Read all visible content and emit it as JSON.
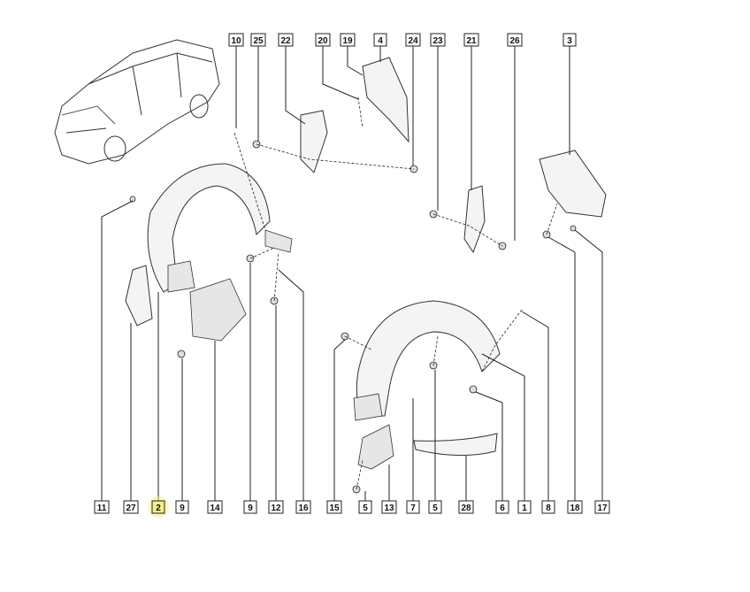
{
  "diagram": {
    "title_hidden": null,
    "highlighted_part": "2",
    "top_labels": [
      "10",
      "25",
      "22",
      "20",
      "19",
      "4",
      "24",
      "23",
      "21",
      "26",
      "3"
    ],
    "bottom_labels": [
      "11",
      "27",
      "2",
      "9",
      "14",
      "9",
      "12",
      "16",
      "15",
      "5",
      "13",
      "7",
      "5",
      "28",
      "6",
      "1",
      "8",
      "18",
      "17"
    ]
  }
}
